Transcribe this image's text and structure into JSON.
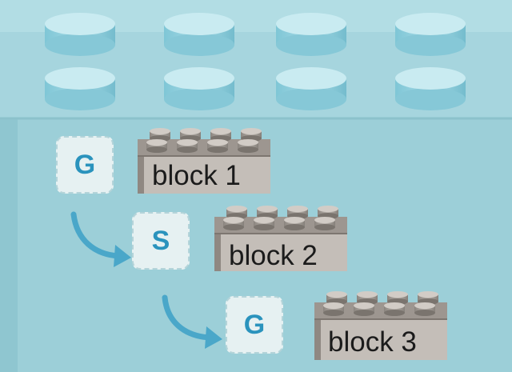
{
  "colors": {
    "background": "#9ccfd8",
    "tile_fill": "#e6f1f2",
    "letter": "#2a93bd",
    "arrow": "#4aa7c9",
    "block": "#b3aca5",
    "text": "#1b1b1b"
  },
  "steps": [
    {
      "letter": "G",
      "block_label": "block 1",
      "block_icon": "lego-brick-icon"
    },
    {
      "letter": "S",
      "block_label": "block 2",
      "block_icon": "lego-brick-icon"
    },
    {
      "letter": "G",
      "block_label": "block 3",
      "block_icon": "lego-brick-icon"
    }
  ],
  "connector_icon": "curved-arrow-icon"
}
